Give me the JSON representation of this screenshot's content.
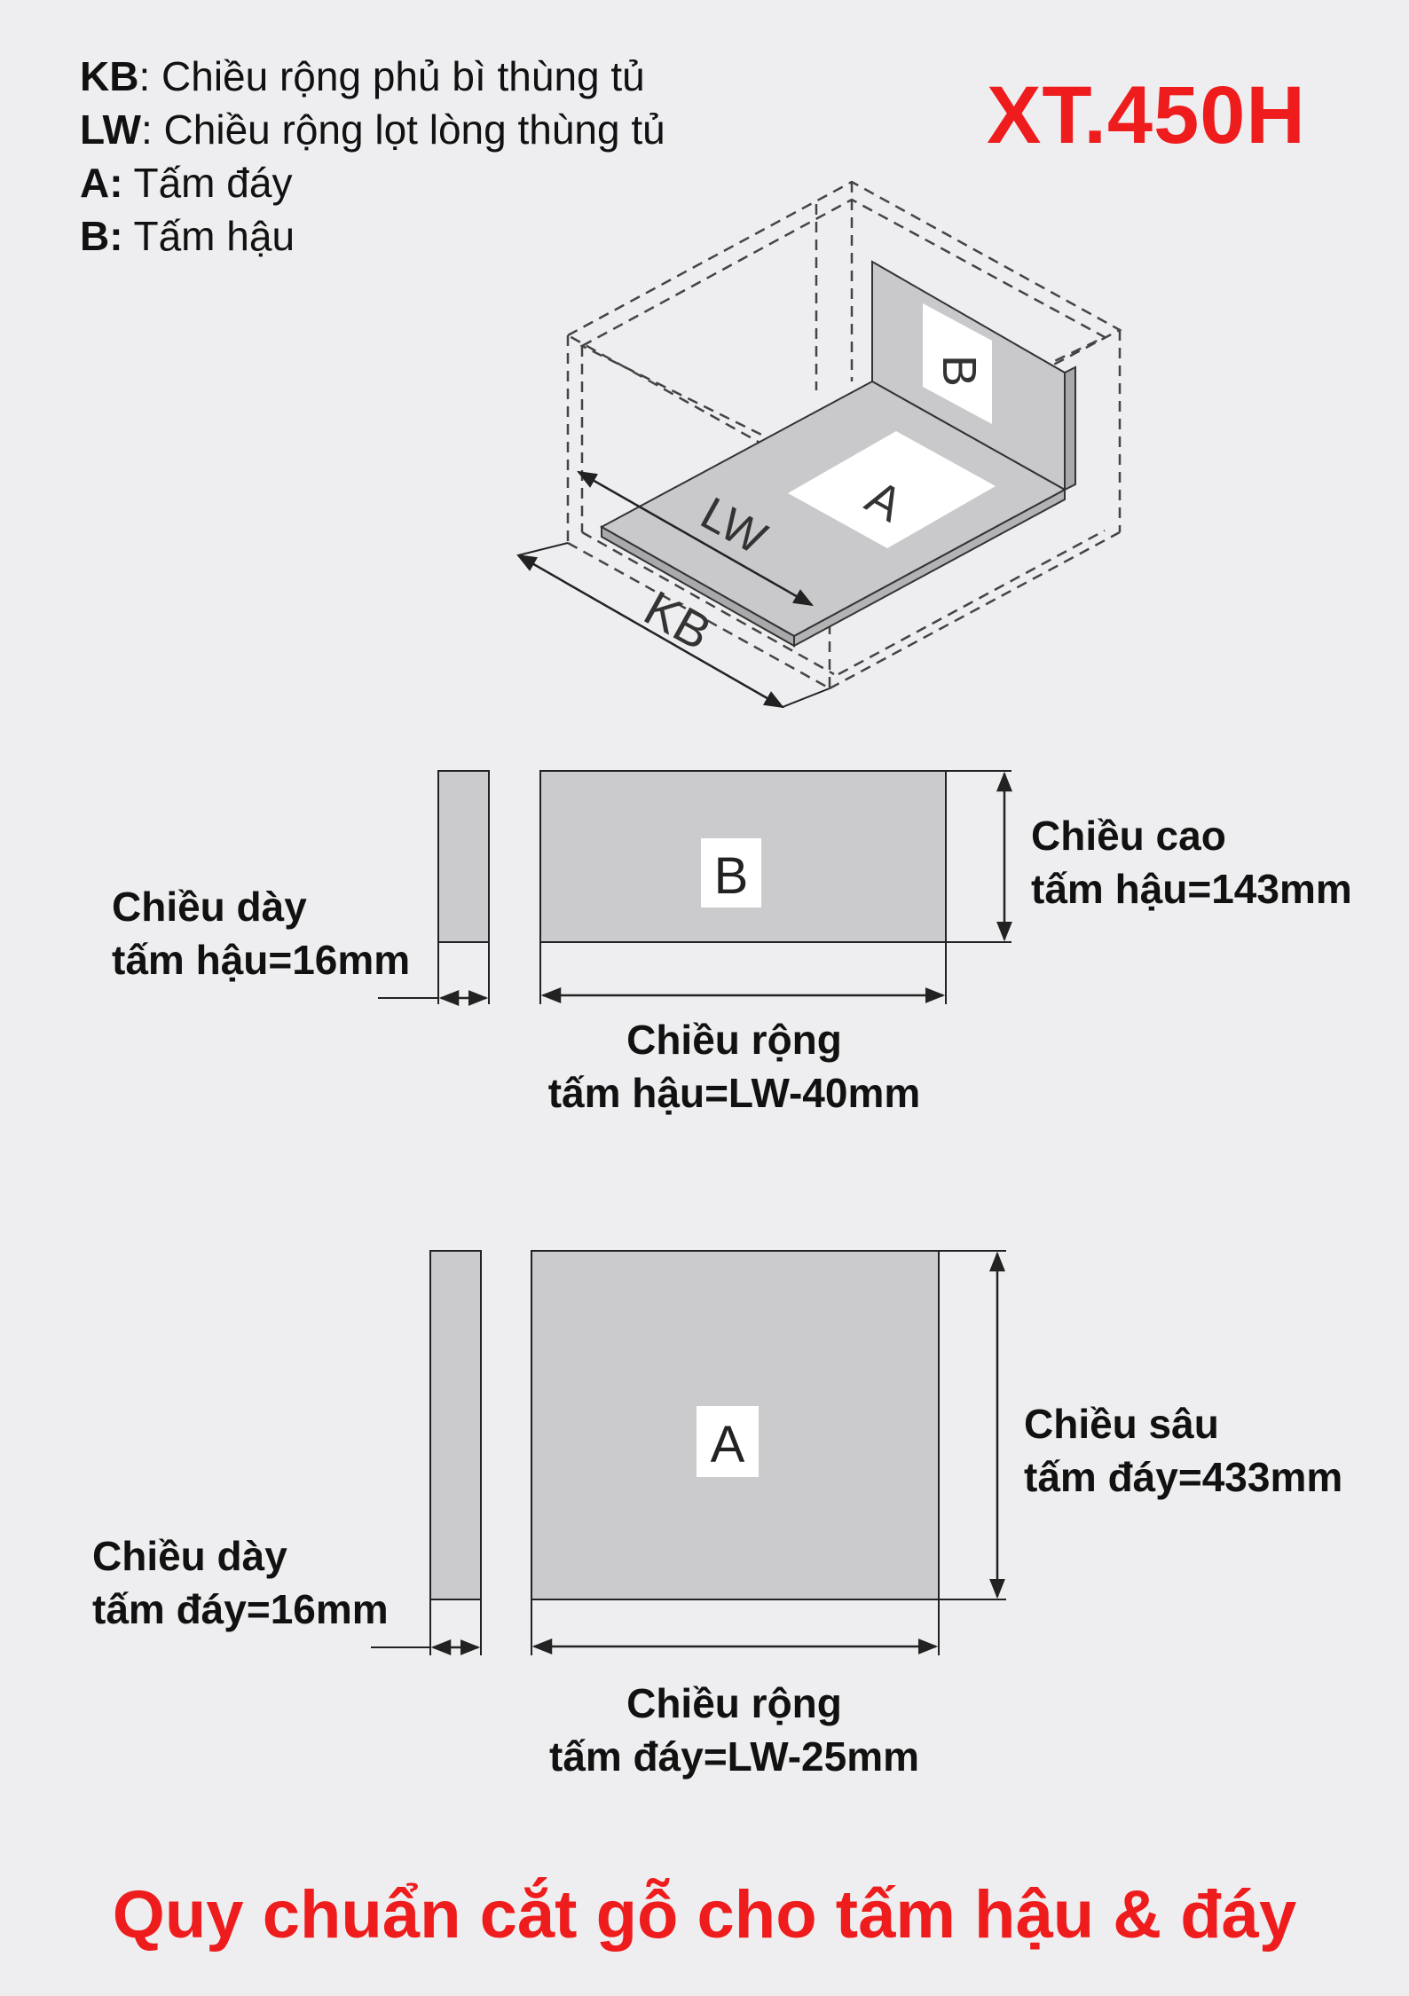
{
  "header": {
    "model": "XT.450H",
    "legend": [
      {
        "key": "KB",
        "text": ": Chiều rộng phủ bì thùng tủ"
      },
      {
        "key": "LW",
        "text": ": Chiều rộng lọt lòng thùng tủ"
      },
      {
        "key": "A:",
        "text": " Tấm đáy"
      },
      {
        "key": "B:",
        "text": " Tấm hậu"
      }
    ]
  },
  "drawing": {
    "iso_labels": {
      "lw": "LW",
      "kb": "KB",
      "panel_a": "A",
      "panel_b": "B"
    },
    "colors": {
      "panel": "#cbcbcd",
      "outline": "#222222",
      "background": "#eeeef0",
      "accent": "#ee1c1c"
    }
  },
  "back_panel": {
    "tag": "B",
    "thickness_label": [
      "Chiều dày",
      "tấm hậu=16mm"
    ],
    "height_label": [
      "Chiều cao",
      "tấm hậu=143mm"
    ],
    "width_label": [
      "Chiều rộng",
      "tấm hậu=LW-40mm"
    ]
  },
  "bottom_panel": {
    "tag": "A",
    "thickness_label": [
      "Chiều dày",
      "tấm đáy=16mm"
    ],
    "depth_label": [
      "Chiều sâu",
      "tấm đáy=433mm"
    ],
    "width_label": [
      "Chiều rộng",
      "tấm đáy=LW-25mm"
    ]
  },
  "footer": {
    "title": "Quy chuẩn cắt gỗ cho tấm hậu & đáy"
  }
}
